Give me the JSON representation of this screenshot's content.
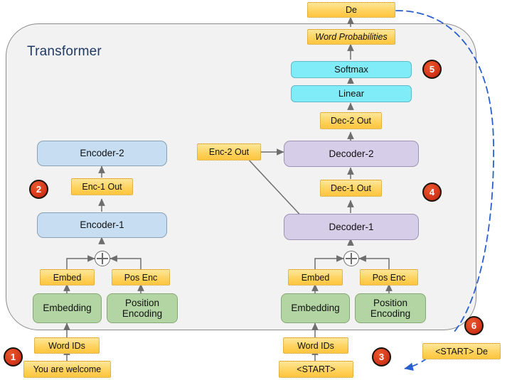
{
  "diagram": {
    "title": "Transformer",
    "accent_red": "#d5371a",
    "encoder_fill": "#c6ddf2",
    "decoder_fill": "#d6cde8",
    "head_fill": "#7fecf7",
    "embedding_fill": "#b3d5a3",
    "tag_fill": "#ffd25c",
    "feedback_color": "#2a5fd0"
  },
  "encoder_stack": {
    "encoder_1": "Encoder-1",
    "enc_1_out": "Enc-1 Out",
    "encoder_2": "Encoder-2",
    "enc_2_out": "Enc-2 Out",
    "embed_tag": "Embed",
    "pos_enc_tag": "Pos Enc",
    "embedding_box": "Embedding",
    "position_encoding_box": "Position\nEncoding",
    "word_ids": "Word IDs",
    "input_sentence": "You are welcome"
  },
  "decoder_stack": {
    "decoder_1": "Decoder-1",
    "dec_1_out": "Dec-1 Out",
    "decoder_2": "Decoder-2",
    "dec_2_out": "Dec-2 Out",
    "embed_tag": "Embed",
    "pos_enc_tag": "Pos Enc",
    "embedding_box": "Embedding",
    "position_encoding_box": "Position\nEncoding",
    "word_ids": "Word IDs",
    "input_token": "<START>"
  },
  "output_head": {
    "linear": "Linear",
    "softmax": "Softmax",
    "word_probabilities": "Word Probabilities",
    "predicted_word": "De"
  },
  "feedback": {
    "next_input": "<START> De"
  },
  "badges": [
    {
      "id": "1",
      "label": "1"
    },
    {
      "id": "2",
      "label": "2"
    },
    {
      "id": "3",
      "label": "3"
    },
    {
      "id": "4",
      "label": "4"
    },
    {
      "id": "5",
      "label": "5"
    },
    {
      "id": "6",
      "label": "6"
    }
  ]
}
